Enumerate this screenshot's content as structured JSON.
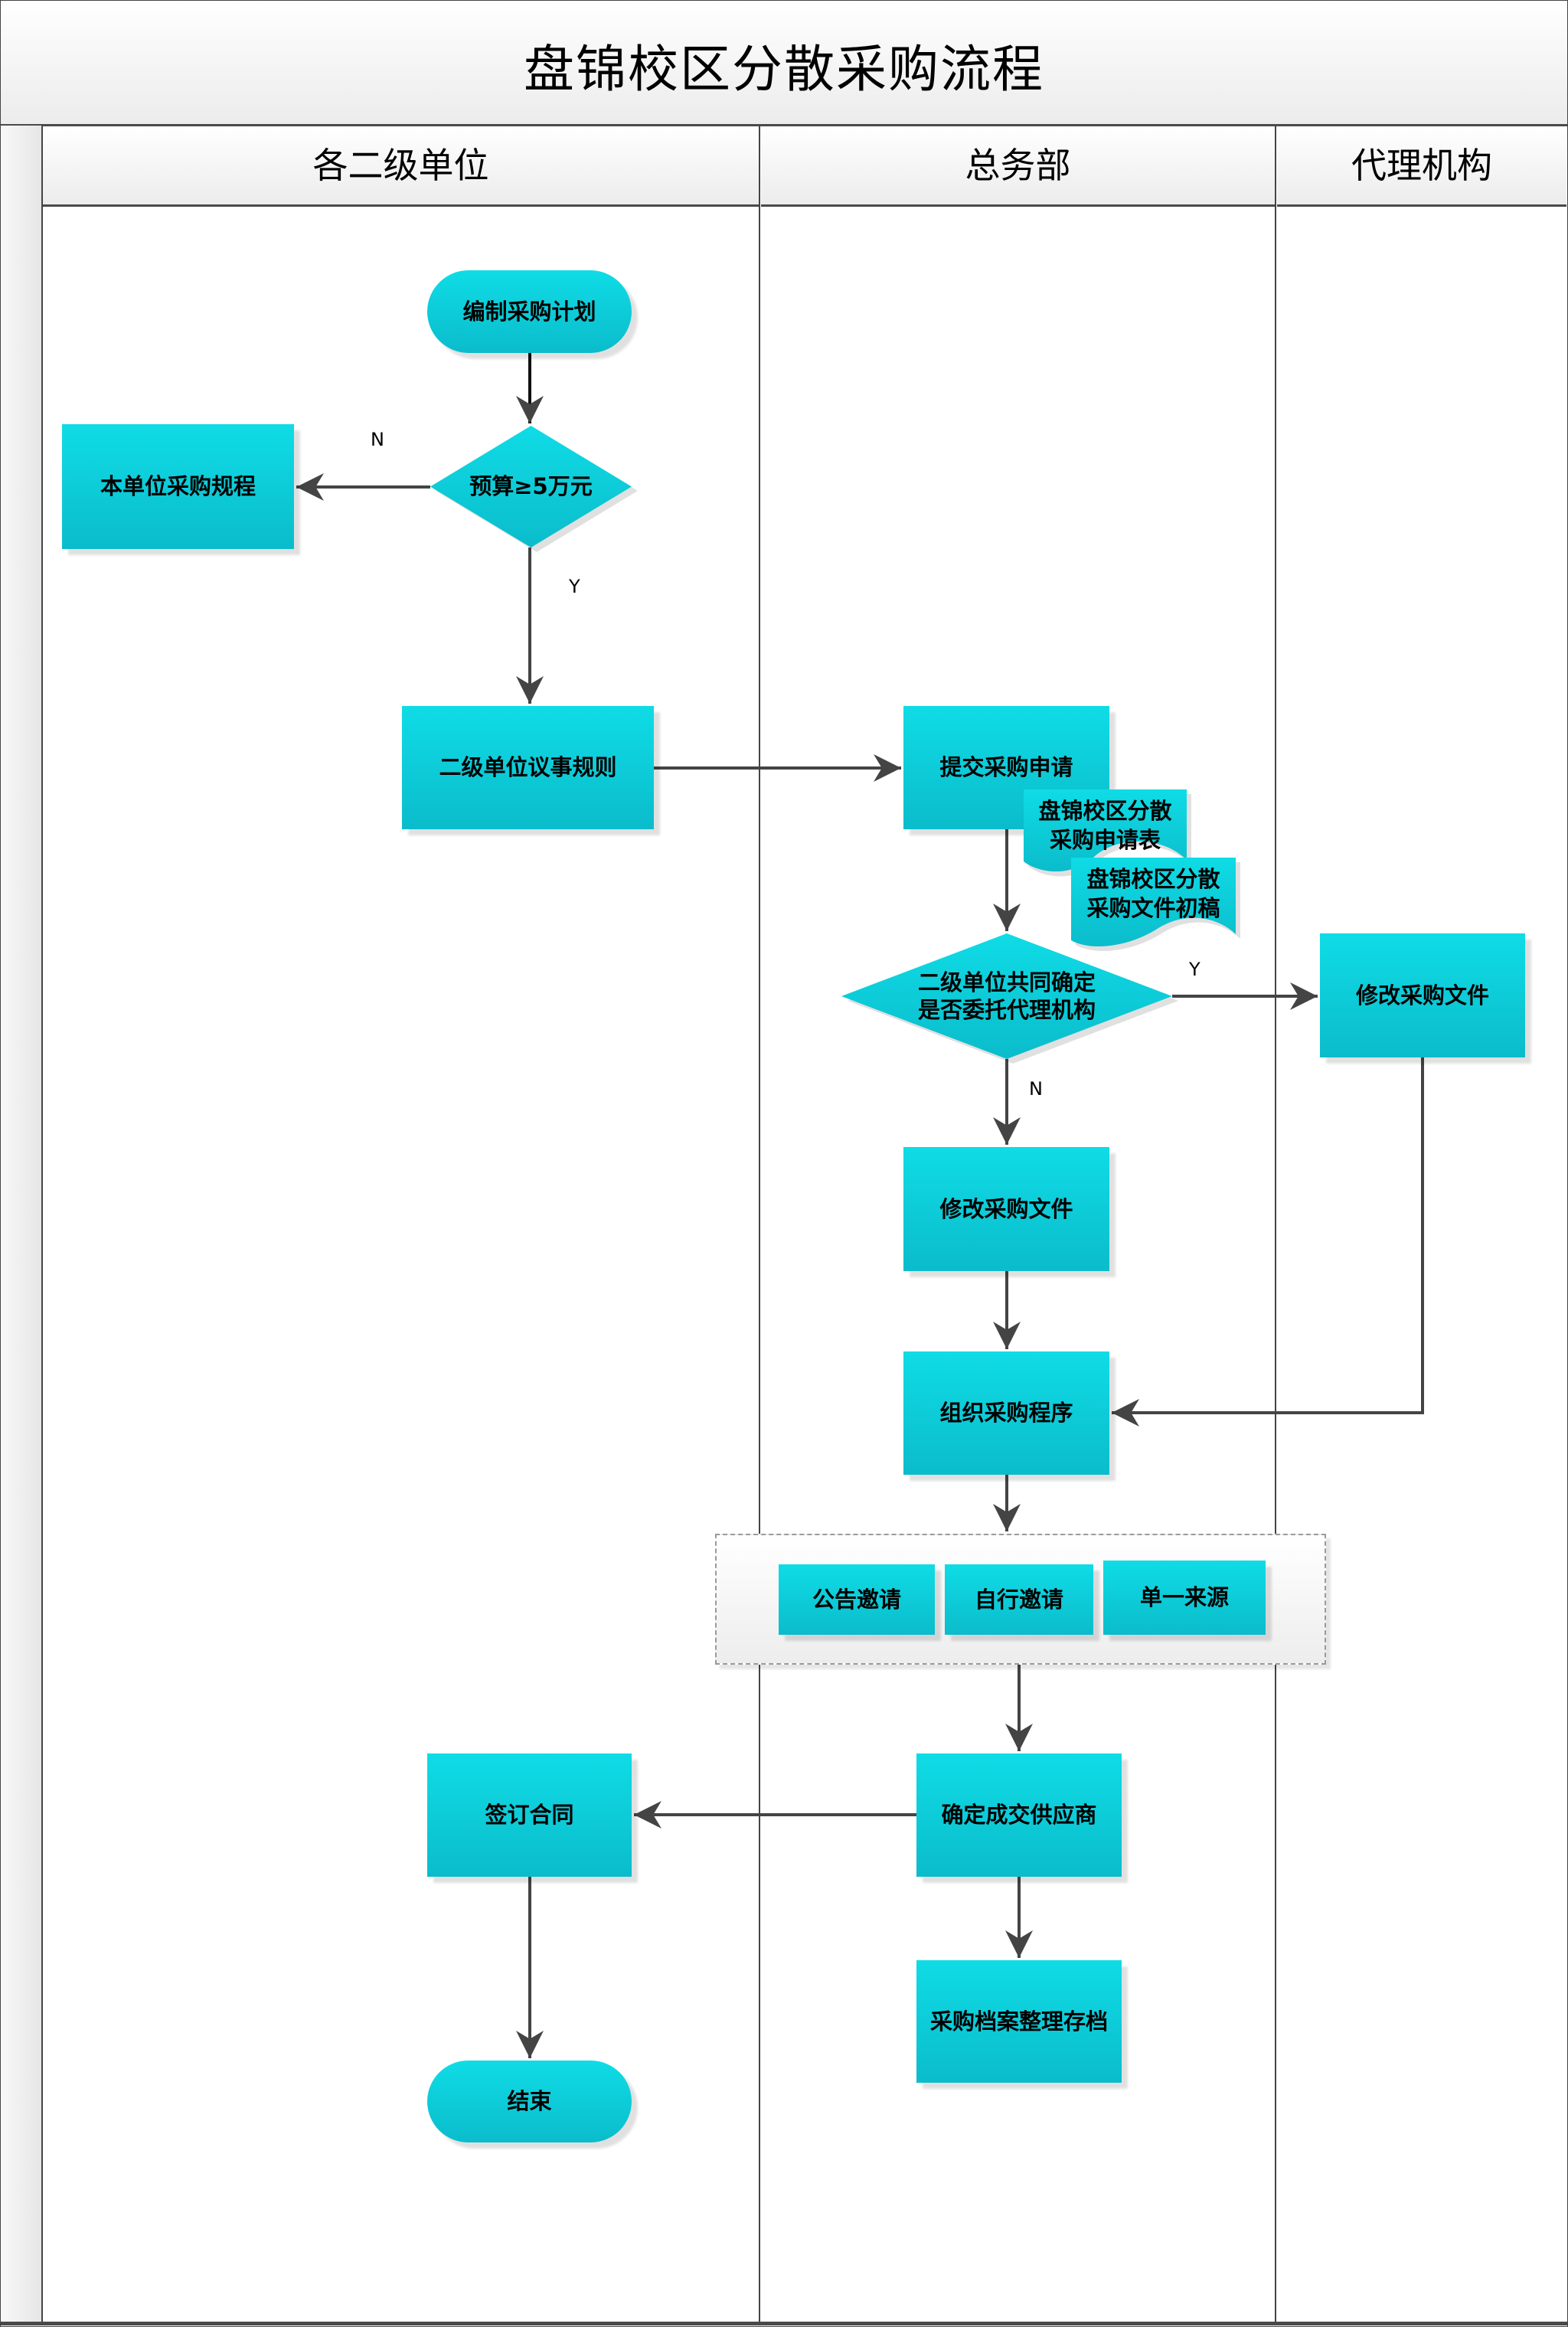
{
  "title": "盘锦校区分散采购流程",
  "lanes": [
    {
      "id": "units",
      "label": "各二级单位"
    },
    {
      "id": "general",
      "label": "总务部"
    },
    {
      "id": "agency",
      "label": "代理机构"
    }
  ],
  "nodes": {
    "start": {
      "label": "编制采购计划",
      "shape": "terminator",
      "lane": "units"
    },
    "decision_budget": {
      "label": "预算≥5万元",
      "shape": "decision",
      "lane": "units"
    },
    "unit_rules": {
      "label": "本单位采购规程",
      "shape": "process",
      "lane": "units"
    },
    "council_rules": {
      "label": "二级单位议事规则",
      "shape": "process",
      "lane": "units"
    },
    "submit_request": {
      "label": "提交采购申请",
      "shape": "process",
      "lane": "general"
    },
    "doc_request_form": {
      "label_line1": "盘锦校区分散",
      "label_line2": "采购申请表",
      "shape": "document",
      "lane": "general"
    },
    "doc_draft": {
      "label_line1": "盘锦校区分散",
      "label_line2": "采购文件初稿",
      "shape": "document",
      "lane": "general"
    },
    "decision_agency": {
      "label_line1": "二级单位共同确定",
      "label_line2": "是否委托代理机构",
      "shape": "decision",
      "lane": "general"
    },
    "agency_modify": {
      "label": "修改采购文件",
      "shape": "process",
      "lane": "agency"
    },
    "general_modify": {
      "label": "修改采购文件",
      "shape": "process",
      "lane": "general"
    },
    "organize": {
      "label": "组织采购程序",
      "shape": "process",
      "lane": "general"
    },
    "methods": {
      "shape": "group",
      "items": [
        {
          "label": "公告邀请"
        },
        {
          "label": "自行邀请"
        },
        {
          "label": "单一来源"
        }
      ]
    },
    "confirm_supplier": {
      "label": "确定成交供应商",
      "shape": "process",
      "lane": "general"
    },
    "sign_contract": {
      "label": "签订合同",
      "shape": "process",
      "lane": "units"
    },
    "archive": {
      "label": "采购档案整理存档",
      "shape": "process",
      "lane": "general"
    },
    "end": {
      "label": "结束",
      "shape": "terminator",
      "lane": "units"
    }
  },
  "edges": [
    {
      "from": "start",
      "to": "decision_budget",
      "label": ""
    },
    {
      "from": "decision_budget",
      "to": "unit_rules",
      "label": "N"
    },
    {
      "from": "decision_budget",
      "to": "council_rules",
      "label": "Y"
    },
    {
      "from": "council_rules",
      "to": "submit_request",
      "label": ""
    },
    {
      "from": "submit_request",
      "to": "decision_agency",
      "label": ""
    },
    {
      "from": "decision_agency",
      "to": "agency_modify",
      "label": "Y"
    },
    {
      "from": "decision_agency",
      "to": "general_modify",
      "label": "N"
    },
    {
      "from": "general_modify",
      "to": "organize",
      "label": ""
    },
    {
      "from": "agency_modify",
      "to": "organize",
      "label": ""
    },
    {
      "from": "organize",
      "to": "methods",
      "label": ""
    },
    {
      "from": "methods",
      "to": "confirm_supplier",
      "label": ""
    },
    {
      "from": "confirm_supplier",
      "to": "sign_contract",
      "label": ""
    },
    {
      "from": "confirm_supplier",
      "to": "archive",
      "label": ""
    },
    {
      "from": "sign_contract",
      "to": "end",
      "label": ""
    }
  ],
  "edge_labels": {
    "budget_no": "N",
    "budget_yes": "Y",
    "agency_yes": "Y",
    "agency_no": "N"
  },
  "colors": {
    "node_fill_top": "#0fdce6",
    "node_fill_bottom": "#0bbccb",
    "line": "#444444",
    "text": "#000000"
  }
}
